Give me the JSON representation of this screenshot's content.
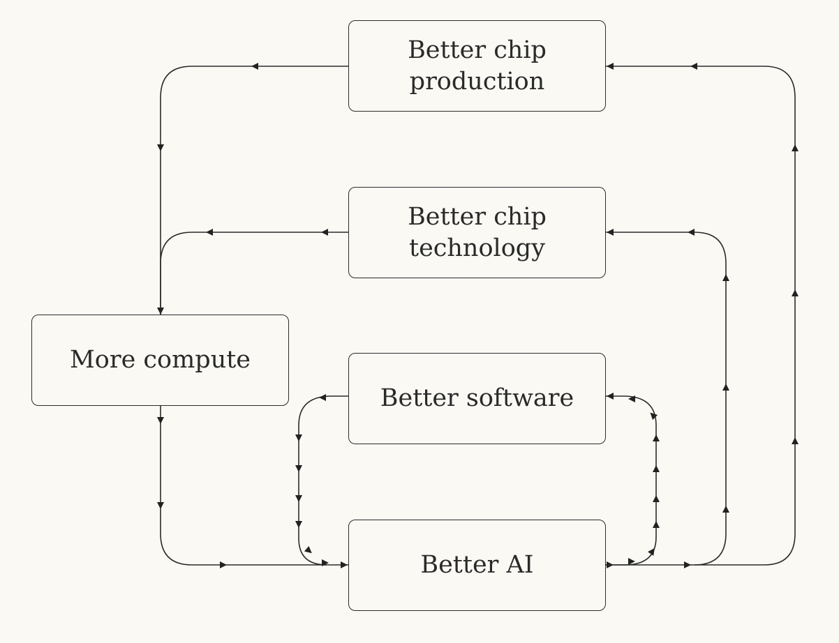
{
  "diagram": {
    "nodes": [
      {
        "id": "chip_production",
        "label": "Better chip\nproduction"
      },
      {
        "id": "chip_technology",
        "label": "Better chip\ntechnology"
      },
      {
        "id": "more_compute",
        "label": "More compute"
      },
      {
        "id": "better_software",
        "label": "Better software"
      },
      {
        "id": "better_ai",
        "label": "Better AI"
      }
    ],
    "edges": [
      {
        "from": "chip_production",
        "to": "more_compute"
      },
      {
        "from": "chip_technology",
        "to": "more_compute"
      },
      {
        "from": "more_compute",
        "to": "better_ai"
      },
      {
        "from": "better_software",
        "to": "better_ai"
      },
      {
        "from": "better_ai",
        "to": "better_software"
      },
      {
        "from": "better_ai",
        "to": "chip_technology"
      },
      {
        "from": "better_ai",
        "to": "chip_production"
      }
    ],
    "colors": {
      "background": "#faf9f4",
      "stroke": "#2b2b2b",
      "text": "#2a2a2a"
    }
  }
}
